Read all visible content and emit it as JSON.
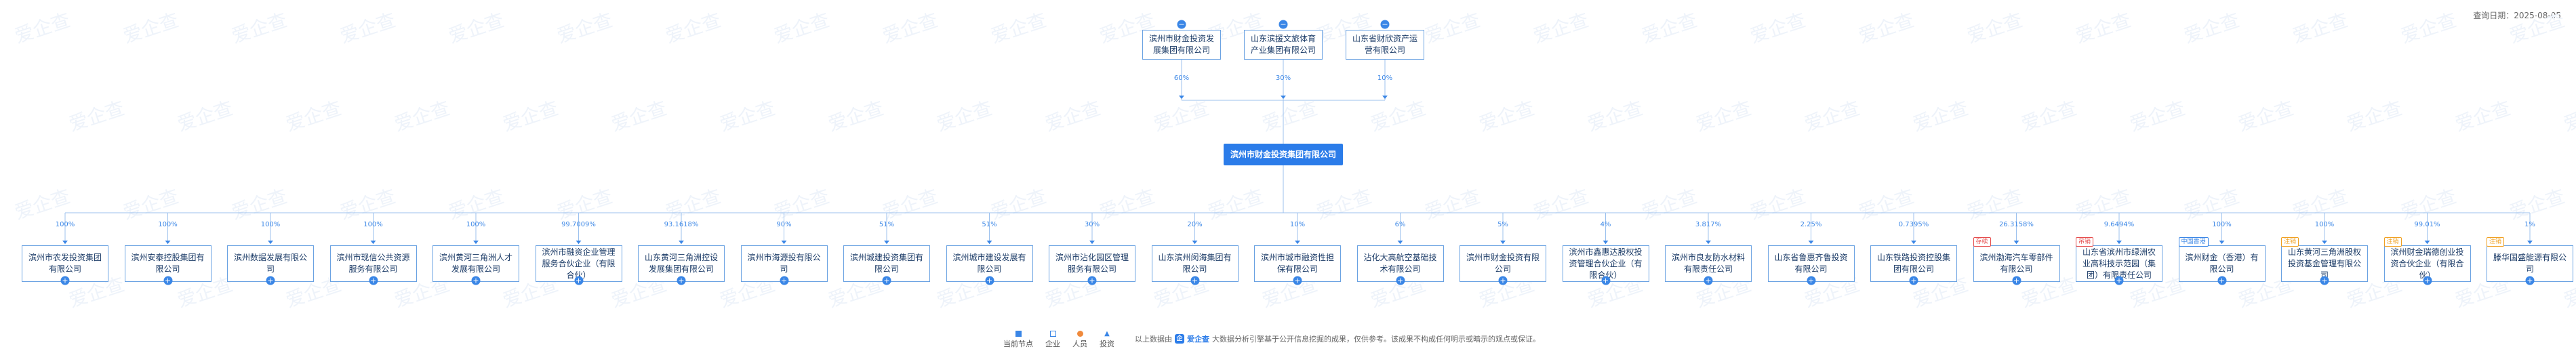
{
  "header": {
    "query_date": "查询日期：2025-08-05"
  },
  "watermark": "爱企查",
  "shareholders": [
    {
      "name": "滨州市财金投资发展集团有限公司",
      "pct": "60%"
    },
    {
      "name": "山东滨援文旅体育产业集团有限公司",
      "pct": "30%"
    },
    {
      "name": "山东省财欣资产运营有限公司",
      "pct": "10%"
    }
  ],
  "center": {
    "name": "滨州市财金投资集团有限公司"
  },
  "subsidiaries": [
    {
      "name": "滨州市农发投资集团有限公司",
      "pct": "100%",
      "tag": ""
    },
    {
      "name": "滨州安泰控股集团有限公司",
      "pct": "100%",
      "tag": ""
    },
    {
      "name": "滨州数据发展有限公司",
      "pct": "100%",
      "tag": ""
    },
    {
      "name": "滨州市现信公共资源服务有限公司",
      "pct": "100%",
      "tag": ""
    },
    {
      "name": "滨州黄河三角洲人才发展有限公司",
      "pct": "100%",
      "tag": ""
    },
    {
      "name": "滨州市融资企业管理服务合伙企业（有限合伙）",
      "pct": "99.7009%",
      "tag": ""
    },
    {
      "name": "山东黄河三角洲控设发展集团有限公司",
      "pct": "93.1618%",
      "tag": ""
    },
    {
      "name": "滨州市海源投有限公司",
      "pct": "90%",
      "tag": ""
    },
    {
      "name": "滨州城建投资集团有限公司",
      "pct": "51%",
      "tag": ""
    },
    {
      "name": "滨州城市建设发展有限公司",
      "pct": "51%",
      "tag": ""
    },
    {
      "name": "滨州市沾化园区管理服务有限公司",
      "pct": "30%",
      "tag": ""
    },
    {
      "name": "山东滨州闵海集团有限公司",
      "pct": "20%",
      "tag": ""
    },
    {
      "name": "滨州市城市融资性担保有限公司",
      "pct": "10%",
      "tag": ""
    },
    {
      "name": "沾化大高航空基础技术有限公司",
      "pct": "6%",
      "tag": ""
    },
    {
      "name": "滨州市财金投资有限公司",
      "pct": "5%",
      "tag": ""
    },
    {
      "name": "滨州市鑫惠达股权投资管理合伙企业（有限合伙）",
      "pct": "4%",
      "tag": ""
    },
    {
      "name": "滨州市良友防水材料有限责任公司",
      "pct": "3.817%",
      "tag": ""
    },
    {
      "name": "山东省鲁惠齐鲁投资有限公司",
      "pct": "2.25%",
      "tag": ""
    },
    {
      "name": "山东铁路投资控股集团有限公司",
      "pct": "0.7395%",
      "tag": ""
    },
    {
      "name": "滨州渤海汽车零部件有限公司",
      "pct": "26.3158%",
      "tag": "存续",
      "tag_color": "red"
    },
    {
      "name": "山东省滨州市绿洲农业高科技示范园（集团）有限责任公司",
      "pct": "9.6494%",
      "tag": "吊销",
      "tag_color": "red"
    },
    {
      "name": "滨州财金（香港）有限公司",
      "pct": "100%",
      "tag": "中国香港",
      "tag_color": "blue"
    },
    {
      "name": "山东黄河三角洲股权投资基金管理有限公司",
      "pct": "100%",
      "tag": "注销",
      "tag_color": "orange"
    },
    {
      "name": "滨州财金瑞德创业投资合伙企业（有限合伙）",
      "pct": "99.01%",
      "tag": "注销",
      "tag_color": "orange"
    },
    {
      "name": "滕华国盛能源有限公司",
      "pct": "1%",
      "tag": "注销",
      "tag_color": "orange"
    }
  ],
  "legend": [
    {
      "label": "当前节点",
      "icon": "filled-square-icon"
    },
    {
      "label": "企业",
      "icon": "outline-square-icon"
    },
    {
      "label": "人员",
      "icon": "person-dot-icon"
    },
    {
      "label": "投资",
      "icon": "arrow-icon"
    }
  ],
  "footer": {
    "prefix": "以上数据由",
    "brand": "爱企查",
    "suffix": "大数据分析引擎基于公开信息挖掘的成果，仅供参考。该成果不构成任何明示或暗示的观点或保证。"
  },
  "colors": {
    "accent": "#2b7ce9",
    "line": "#9cc1ee",
    "tag_red": "#e54b4b",
    "tag_orange": "#f0a020"
  }
}
